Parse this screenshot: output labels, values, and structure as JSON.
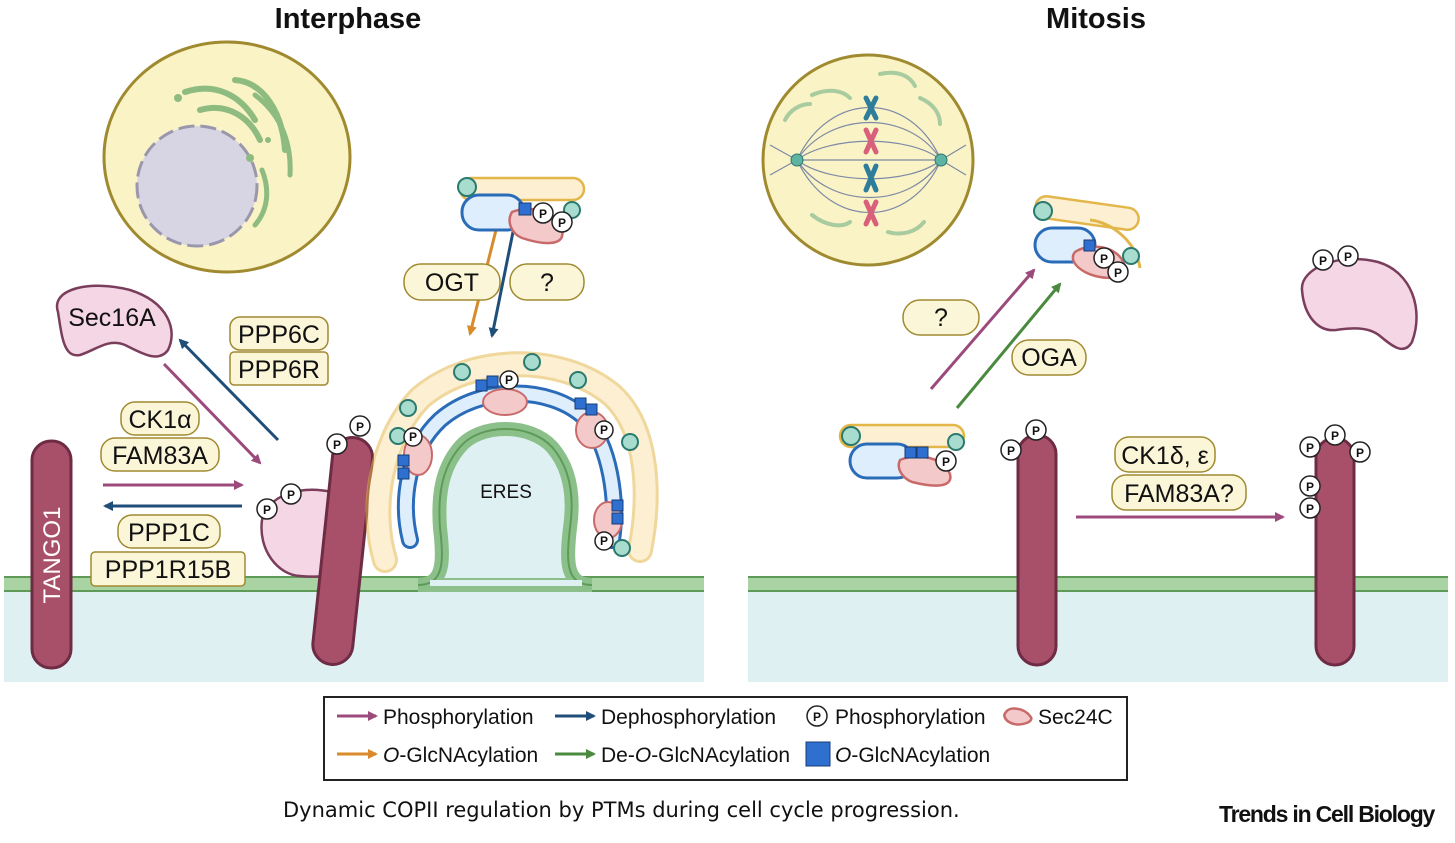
{
  "panels": {
    "left_title": "Interphase",
    "right_title": "Mitosis"
  },
  "labels": {
    "sec16a": "Sec16A",
    "tango1": "TANGO1",
    "eres": "ERES",
    "ppp6c": "PPP6C",
    "ppp6r": "PPP6R",
    "ck1a": "CK1α",
    "fam83a": "FAM83A",
    "ppp1c": "PPP1C",
    "ppp1r15b": "PPP1R15B",
    "ogt": "OGT",
    "question_left": "?",
    "question_right": "?",
    "oga": "OGA",
    "ck1de": "CK1δ, ε",
    "fam83a_q": "FAM83A?",
    "p": "P"
  },
  "legend": {
    "phosphorylation_arrow": "Phosphorylation",
    "dephosphorylation_arrow": "Dephosphorylation",
    "phosphorylation_mark": "Phosphorylation",
    "sec24c": "Sec24C",
    "oglc_arrow_italic": "O",
    "oglc_arrow_rest": "-GlcNAcylation",
    "deoglc_pre": "De-",
    "deoglc_italic": "O",
    "deoglc_rest": "-GlcNAcylation",
    "oglc_mark_italic": "O",
    "oglc_mark_rest": "-GlcNAcylation"
  },
  "caption": "Dynamic COPII regulation by PTMs during cell cycle progression.",
  "brand": "Trends in Cell Biology",
  "colors": {
    "phosphorylation": "#9c4a7c",
    "dephosphorylation": "#1f4e79",
    "o_glcnac": "#d98a2b",
    "de_o_glcnac": "#4a8a3e",
    "glcnac_square": "#2f6fcf",
    "tango1": "#a8506a",
    "sec16a": "#f4d6e4",
    "sec24c": "#f3c9c9",
    "cytosol": "#dff0f2",
    "membrane": "#8cc08a",
    "box_fill": "#fbf6d8",
    "cell_fill": "#faf3c5"
  }
}
